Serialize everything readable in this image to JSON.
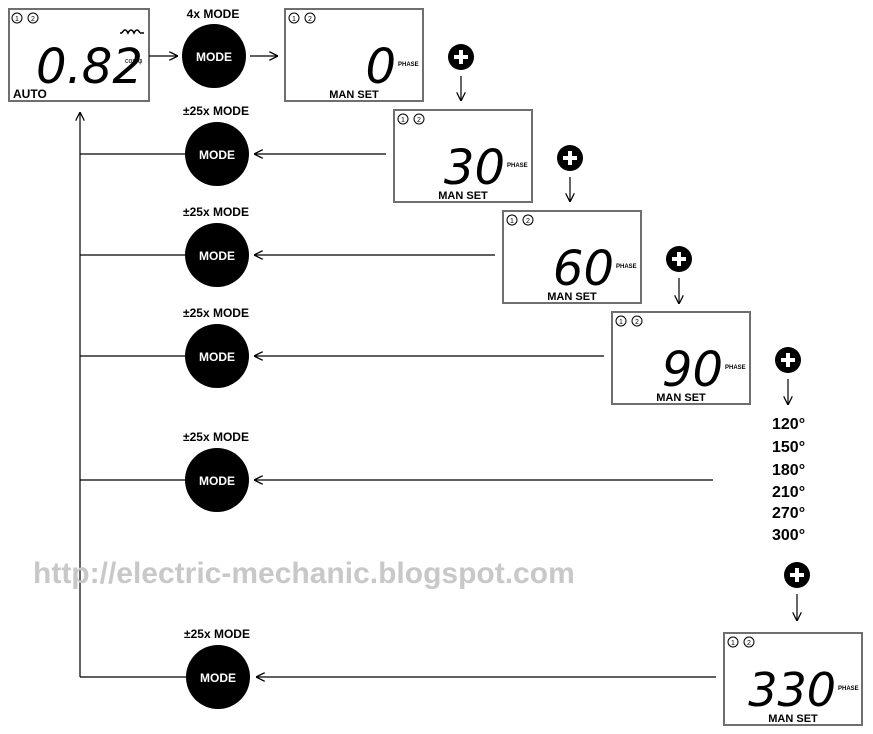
{
  "auto_display": {
    "value": "0.82",
    "unit": "cos φ",
    "mode": "AUTO",
    "markers": [
      "1",
      "2"
    ],
    "indicator": "inductive-icon"
  },
  "first_step": {
    "label": "4x MODE",
    "button": "MODE"
  },
  "phase_displays": [
    {
      "value": "0",
      "unit": "PHASE",
      "mode": "MAN SET",
      "markers": [
        "1",
        "2"
      ]
    },
    {
      "value": "30",
      "unit": "PHASE",
      "mode": "MAN SET",
      "markers": [
        "1",
        "2"
      ]
    },
    {
      "value": "60",
      "unit": "PHASE",
      "mode": "MAN SET",
      "markers": [
        "1",
        "2"
      ]
    },
    {
      "value": "90",
      "unit": "PHASE",
      "mode": "MAN SET",
      "markers": [
        "1",
        "2"
      ]
    },
    {
      "value": "330",
      "unit": "PHASE",
      "mode": "MAN SET",
      "markers": [
        "1",
        "2"
      ]
    }
  ],
  "return_steps": [
    {
      "label": "±25x MODE",
      "button": "MODE"
    },
    {
      "label": "±25x MODE",
      "button": "MODE"
    },
    {
      "label": "±25x MODE",
      "button": "MODE"
    },
    {
      "label": "±25x MODE",
      "button": "MODE"
    },
    {
      "label": "±25x MODE",
      "button": "MODE"
    }
  ],
  "plus_button_icon": "plus-circle-icon",
  "intermediate_angles": [
    "120°",
    "150°",
    "180°",
    "210°",
    "270°",
    "300°"
  ],
  "watermark": "http://electric-mechanic.blogspot.com"
}
